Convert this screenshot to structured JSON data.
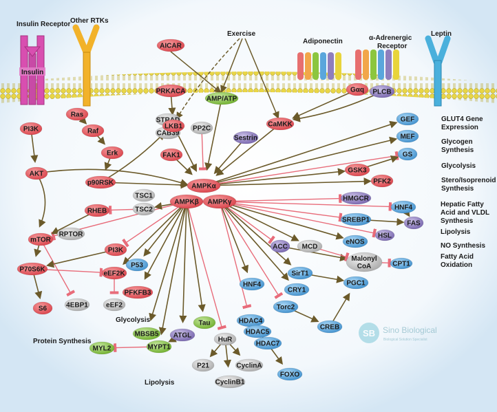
{
  "diagram": {
    "colors": {
      "red": "#e8575c",
      "gray": "#c9c9c9",
      "blue": "#5aa6dc",
      "green": "#8cc63f",
      "purple": "#8f7ebd",
      "arrow": "#6b5a2a",
      "inhibit": "#e86c7a",
      "membrane": "#e0cf3a"
    },
    "labels": {
      "insulin_receptor": "Insulin Receptor",
      "insulin": "Insulin",
      "other_rtks": "Other RTKs",
      "exercise": "Exercise",
      "adiponectin": "Adiponectin",
      "alpha_adrenergic": "α-Adrenergic Receptor",
      "leptin": "Leptin",
      "glut4": "GLUT4 Gene Expression",
      "glycogen_synthesis": "Glycogen Synthesis",
      "glycolysis_right": "Glycolysis",
      "stero": "Stero/Isoprenoid Synthesis",
      "hepatic": "Hepatic Fatty Acid and VLDL Synthesis",
      "lipolysis_right": "Lipolysis",
      "no_synthesis": "NO Synthesis",
      "fatty_acid_oxidation": "Fatty Acid Oxidation",
      "glycolysis_left": "Glycolysis",
      "protein_synthesis": "Protein Synthesis",
      "lipolysis_bottom": "Lipolysis",
      "brand_name": "Sino Biological",
      "brand_sub": "Biological Solution Specialist",
      "brand_mark": "SB"
    },
    "nodes": {
      "aicar": "AICAR",
      "prkaca": "PRKACA",
      "amp_atp": "AMP/ATP",
      "strad": "STRAD",
      "cab39": "CAB39",
      "lkb1": "LKB1",
      "pp2c": "PP2C",
      "sestrin": "Sestrin",
      "camkk": "CaMKK",
      "gaq": "Gαq",
      "plcb": "PLCB",
      "gef": "GEF",
      "mef": "MEF",
      "gs": "GS",
      "gsk3": "GSK3",
      "pfk2": "PFK2",
      "hmgcr": "HMGCR",
      "hnf4_right": "HNF4",
      "fas": "FAS",
      "srebp1": "SREBP1",
      "hsl": "HSL",
      "enos": "eNOS",
      "acc": "ACC",
      "mcd": "MCD",
      "malonyl": "Malonyl CoA",
      "cpt1": "CPT1",
      "sirt1": "SirT1",
      "pgc1": "PGC1",
      "cry1": "CRY1",
      "torc2": "Torc2",
      "creb": "CREB",
      "hnf4_mid": "HNF4",
      "hdac4": "HDAC4",
      "hdac5": "HDAC5",
      "hdac7": "HDAC7",
      "foxo": "FOXO",
      "hur": "HuR",
      "p21": "P21",
      "cyclina": "CyclinA",
      "cyclinb1": "CyclinB1",
      "tau": "Tau",
      "atgl": "ATGL",
      "mypt1": "MYPT1",
      "mbsb5": "MBSB5",
      "myl2": "MYL2",
      "pfkfb3": "PFKFB3",
      "p53": "P53",
      "eef2k": "eEF2K",
      "eef2": "eEF2",
      "fourebp1": "4EBP1",
      "s6": "S6",
      "p70s6k": "P70S6K",
      "pi3k_mid": "PI3K",
      "mtor": "mTOR",
      "rptor": "RPTOR",
      "rheb": "RHEB",
      "tsc1": "TSC1",
      "tsc2": "TSC2",
      "p90rsk": "p90RSK",
      "fak1": "FAK1",
      "ampka": "AMPKα",
      "ampkb": "AMPKβ",
      "ampkg": "AMPKγ",
      "ras": "Ras",
      "raf": "Raf",
      "erk": "Erk",
      "pi3k_top": "PI3K",
      "akt": "AKT"
    }
  }
}
